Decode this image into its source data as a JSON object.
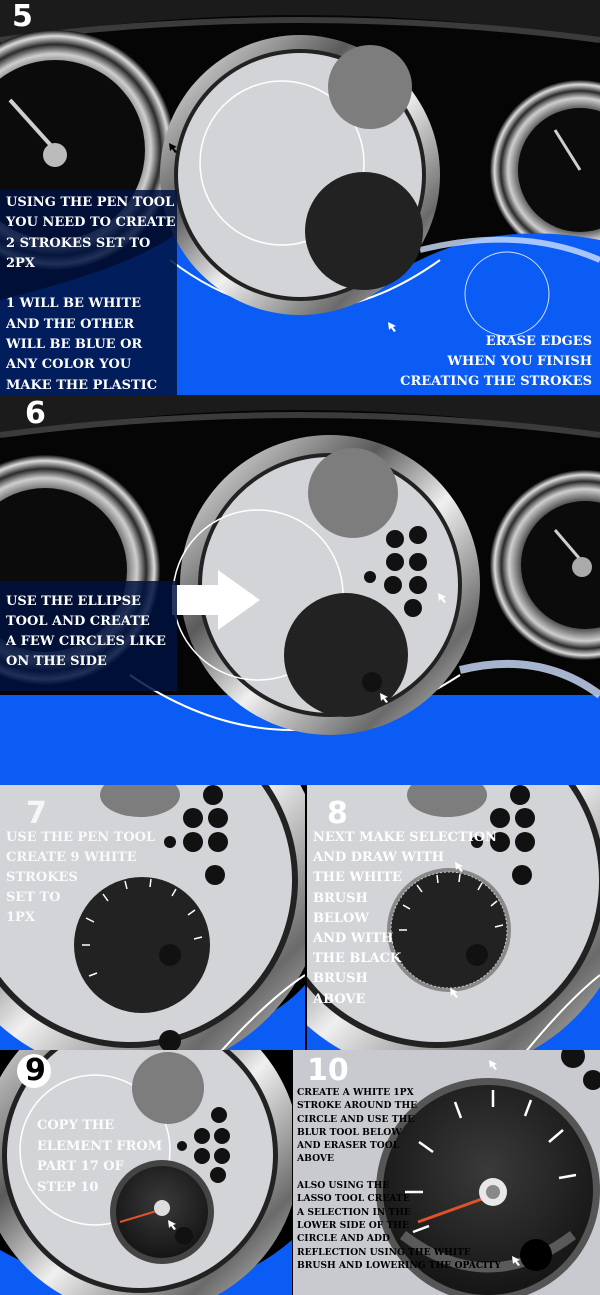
{
  "colors": {
    "blue_plastic": "#0a5cf5",
    "gauge_face": "#d2d4d8",
    "dial_black": "#222222",
    "grey_circle": "#7d7d7d",
    "text": "#ffffff"
  },
  "steps": [
    {
      "number": "5",
      "caption": "Using the pen tool\nyou need to create\n2 strokes set to\n2px\n\n1 will be white\nand the other\nwill be blue or\nany color you\nmake the plastic",
      "note": "Erase edges\nwhen you finish\ncreating the strokes"
    },
    {
      "number": "6",
      "caption": "Use the ellipse\ntool and create\na few circles like\non the side",
      "arrow_icon": "right-arrow-icon"
    },
    {
      "number": "7",
      "caption": "Use the pen tool\ncreate 9 white\nstrokes\nset to\n1px"
    },
    {
      "number": "8",
      "caption": "Next make selection\nand draw with\nthe white\nbrush\nbelow\nand with\nthe black\nbrush\nabove"
    },
    {
      "number": "9",
      "caption": "Copy the\nelement from\npart 17 of\nstep 10"
    },
    {
      "number": "10",
      "caption": "Create a white 1px\nstroke around the\ncircle and use the\nblur tool below\nand eraser tool\nabove\n\nAlso using the\nlasso tool create\na selection in the\nlower side of the\ncircle and add\nreflection using the white\nbrush and lowering the opacity"
    }
  ]
}
